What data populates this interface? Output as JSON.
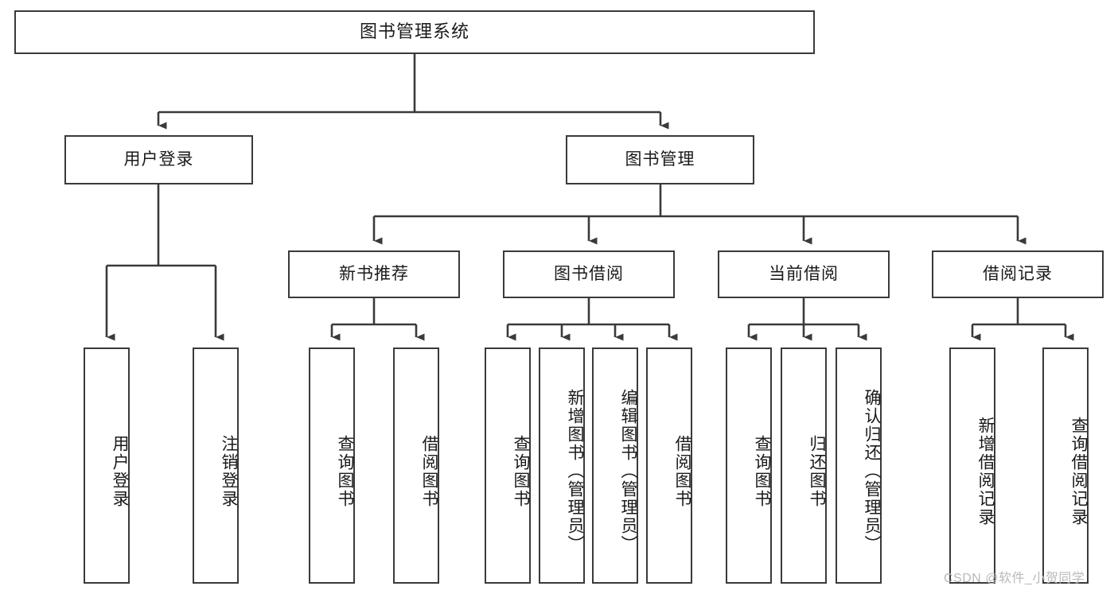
{
  "diagram": {
    "title": "图书管理系统",
    "type": "tree-hierarchy",
    "watermark": "CSDN @软件_小贺同学",
    "colors": {
      "box_border": "#3a3a3a",
      "box_fill": "#ffffff",
      "connector": "#3a3a3a",
      "text": "#1a1a1a",
      "watermark": "#b9b9b9",
      "background": "#ffffff"
    },
    "root": {
      "label": "图书管理系统"
    },
    "level2": [
      {
        "id": "user-login",
        "label": "用户登录"
      },
      {
        "id": "book-management",
        "label": "图书管理"
      }
    ],
    "level3": [
      {
        "id": "new-book-recommend",
        "label": "新书推荐"
      },
      {
        "id": "book-borrow",
        "label": "图书借阅"
      },
      {
        "id": "current-borrow",
        "label": "当前借阅"
      },
      {
        "id": "borrow-record",
        "label": "借阅记录"
      }
    ],
    "leaves": {
      "user_login": [
        {
          "id": "leaf-user-login",
          "label": "用户登录"
        },
        {
          "id": "leaf-logout-login",
          "label": "注销登录"
        }
      ],
      "new_book_recommend": [
        {
          "id": "leaf-query-book-1",
          "label": "查询图书"
        },
        {
          "id": "leaf-borrow-book-1",
          "label": "借阅图书"
        }
      ],
      "book_borrow": [
        {
          "id": "leaf-query-book-2",
          "label": "查询图书"
        },
        {
          "id": "leaf-add-book",
          "label": "新增图书（管理员）"
        },
        {
          "id": "leaf-edit-book",
          "label": "编辑图书（管理员）"
        },
        {
          "id": "leaf-borrow-book-2",
          "label": "借阅图书"
        }
      ],
      "current_borrow": [
        {
          "id": "leaf-query-book-3",
          "label": "查询图书"
        },
        {
          "id": "leaf-return-book",
          "label": "归还图书"
        },
        {
          "id": "leaf-confirm-return",
          "label": "确认归还（管理员）"
        }
      ],
      "borrow_record": [
        {
          "id": "leaf-add-record",
          "label": "新增借阅记录"
        },
        {
          "id": "leaf-query-record",
          "label": "查询借阅记录"
        }
      ]
    }
  }
}
